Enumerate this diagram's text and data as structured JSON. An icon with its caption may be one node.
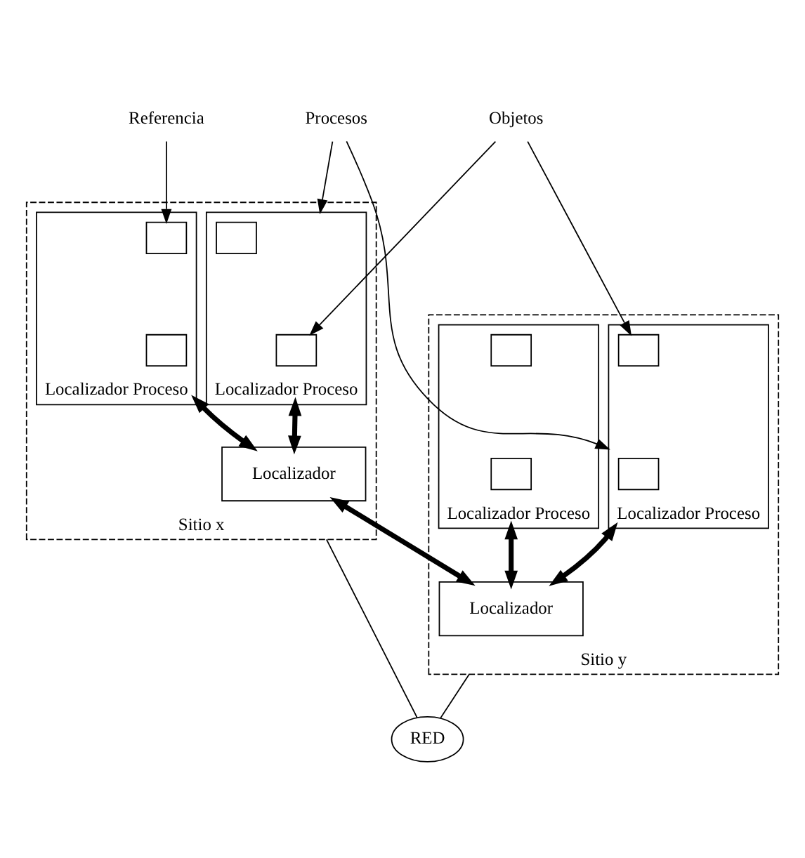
{
  "diagram": {
    "nodes": [
      {
        "text": [
          "Referencia"
        ]
      },
      {
        "text": [
          "Procesos"
        ]
      },
      {
        "text": [
          "Objetos"
        ]
      },
      {
        "text": [
          "Sitio x"
        ]
      },
      {
        "text": [
          "Localizador Proceso"
        ],
        "in": 3
      },
      {
        "text": [],
        "shape": "box",
        "in": 4
      },
      {
        "text": [],
        "shape": "box",
        "in": 4
      },
      {
        "text": [
          "Localizador Proceso"
        ],
        "in": 3
      },
      {
        "text": [],
        "shape": "box",
        "in": 7
      },
      {
        "text": [],
        "shape": "box",
        "in": 7
      },
      {
        "text": [
          "Localizador"
        ],
        "in": 3
      },
      {
        "text": [
          "Sitio y"
        ]
      },
      {
        "text": [
          "Localizador Proceso"
        ],
        "in": 11
      },
      {
        "text": [],
        "shape": "box",
        "in": 12
      },
      {
        "text": [],
        "shape": "box",
        "in": 12
      },
      {
        "text": [
          "Localizador Proceso"
        ],
        "in": 11
      },
      {
        "text": [],
        "shape": "box",
        "in": 15
      },
      {
        "text": [],
        "shape": "box",
        "in": 15
      },
      {
        "text": [
          "Localizador"
        ],
        "in": 11
      },
      {
        "text": [
          "RED"
        ]
      }
    ],
    "edges": [
      {
        "from": 0,
        "to": 5,
        "arrow": "to"
      },
      {
        "from": 1,
        "to": 7,
        "arrow": "to"
      },
      {
        "from": 1,
        "to": 12,
        "arrow": "to"
      },
      {
        "from": 2,
        "to": 9,
        "arrow": "to"
      },
      {
        "from": 2,
        "to": 13,
        "arrow": "to"
      },
      {
        "from": 4,
        "to": 10,
        "arrow": "both",
        "style": "thick"
      },
      {
        "from": 7,
        "to": 10,
        "arrow": "both",
        "style": "thick"
      },
      {
        "from": 12,
        "to": 18,
        "arrow": "both",
        "style": "thick"
      },
      {
        "from": 15,
        "to": 18,
        "arrow": "both",
        "style": "thick"
      },
      {
        "from": 10,
        "to": 18,
        "arrow": "both",
        "style": "thick"
      },
      {
        "from": 3,
        "to": 19,
        "arrow": "none"
      },
      {
        "from": 11,
        "to": 19,
        "arrow": "none"
      }
    ]
  }
}
